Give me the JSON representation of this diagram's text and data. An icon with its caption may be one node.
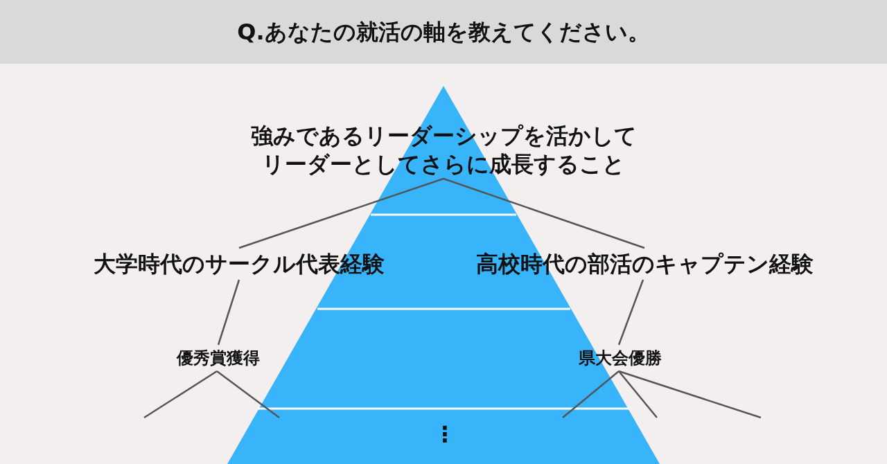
{
  "diagram": {
    "title": "Q.あなたの就活の軸を教えてください。",
    "nodes": [
      {
        "text": [
          "強みであるリーダーシップを活かしてリーダーとしてさらに成長すること"
        ]
      },
      {
        "text": [
          "大学時代のサークル代表経験"
        ]
      },
      {
        "text": [
          "高校時代の部活のキャプテン経験"
        ]
      },
      {
        "text": [
          "優秀賞獲得"
        ]
      },
      {
        "text": [
          "県大会優勝"
        ]
      }
    ],
    "edges": [
      {
        "from": 0,
        "to": 1,
        "arrow": "none"
      },
      {
        "from": 0,
        "to": 2,
        "arrow": "none"
      },
      {
        "from": 1,
        "to": 3,
        "arrow": "none"
      },
      {
        "from": 2,
        "to": 4,
        "arrow": "none"
      },
      {
        "from": 3,
        "to": null,
        "arrow": "none"
      },
      {
        "from": 3,
        "to": null,
        "arrow": "none"
      },
      {
        "from": 4,
        "to": null,
        "arrow": "none"
      },
      {
        "from": 4,
        "to": null,
        "arrow": "none"
      },
      {
        "from": 4,
        "to": null,
        "arrow": "none"
      }
    ],
    "labels": [
      "⋮"
    ]
  }
}
